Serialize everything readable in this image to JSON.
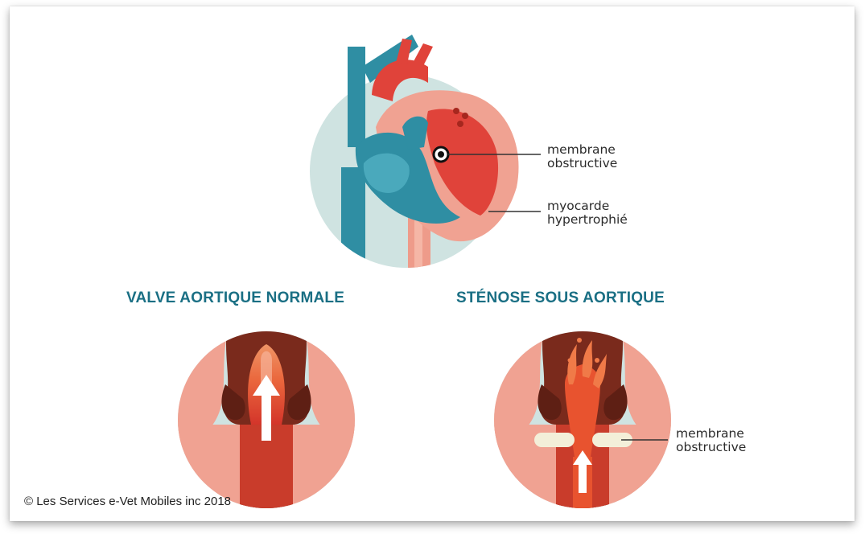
{
  "heart": {
    "label_membrane_line1": "membrane",
    "label_membrane_line2": "obstructive",
    "label_myocarde_line1": "myocarde",
    "label_myocarde_line2": "hypertrophié"
  },
  "panels": {
    "normal_title": "VALVE AORTIQUE NORMALE",
    "stenosis_title": "STÉNOSE SOUS AORTIQUE",
    "stenosis_label_line1": "membrane",
    "stenosis_label_line2": "obstructive"
  },
  "footer": {
    "copyright": "© Les Services e-Vet Mobiles inc 2018"
  },
  "colors": {
    "teal_title": "#1a6f84",
    "circle_bg": "#cfe3e1",
    "vein_blue": "#2f8ea3",
    "heart_red": "#e0433a",
    "muscle_pink": "#f0a292",
    "vessel_dark": "#7a2a1c"
  }
}
